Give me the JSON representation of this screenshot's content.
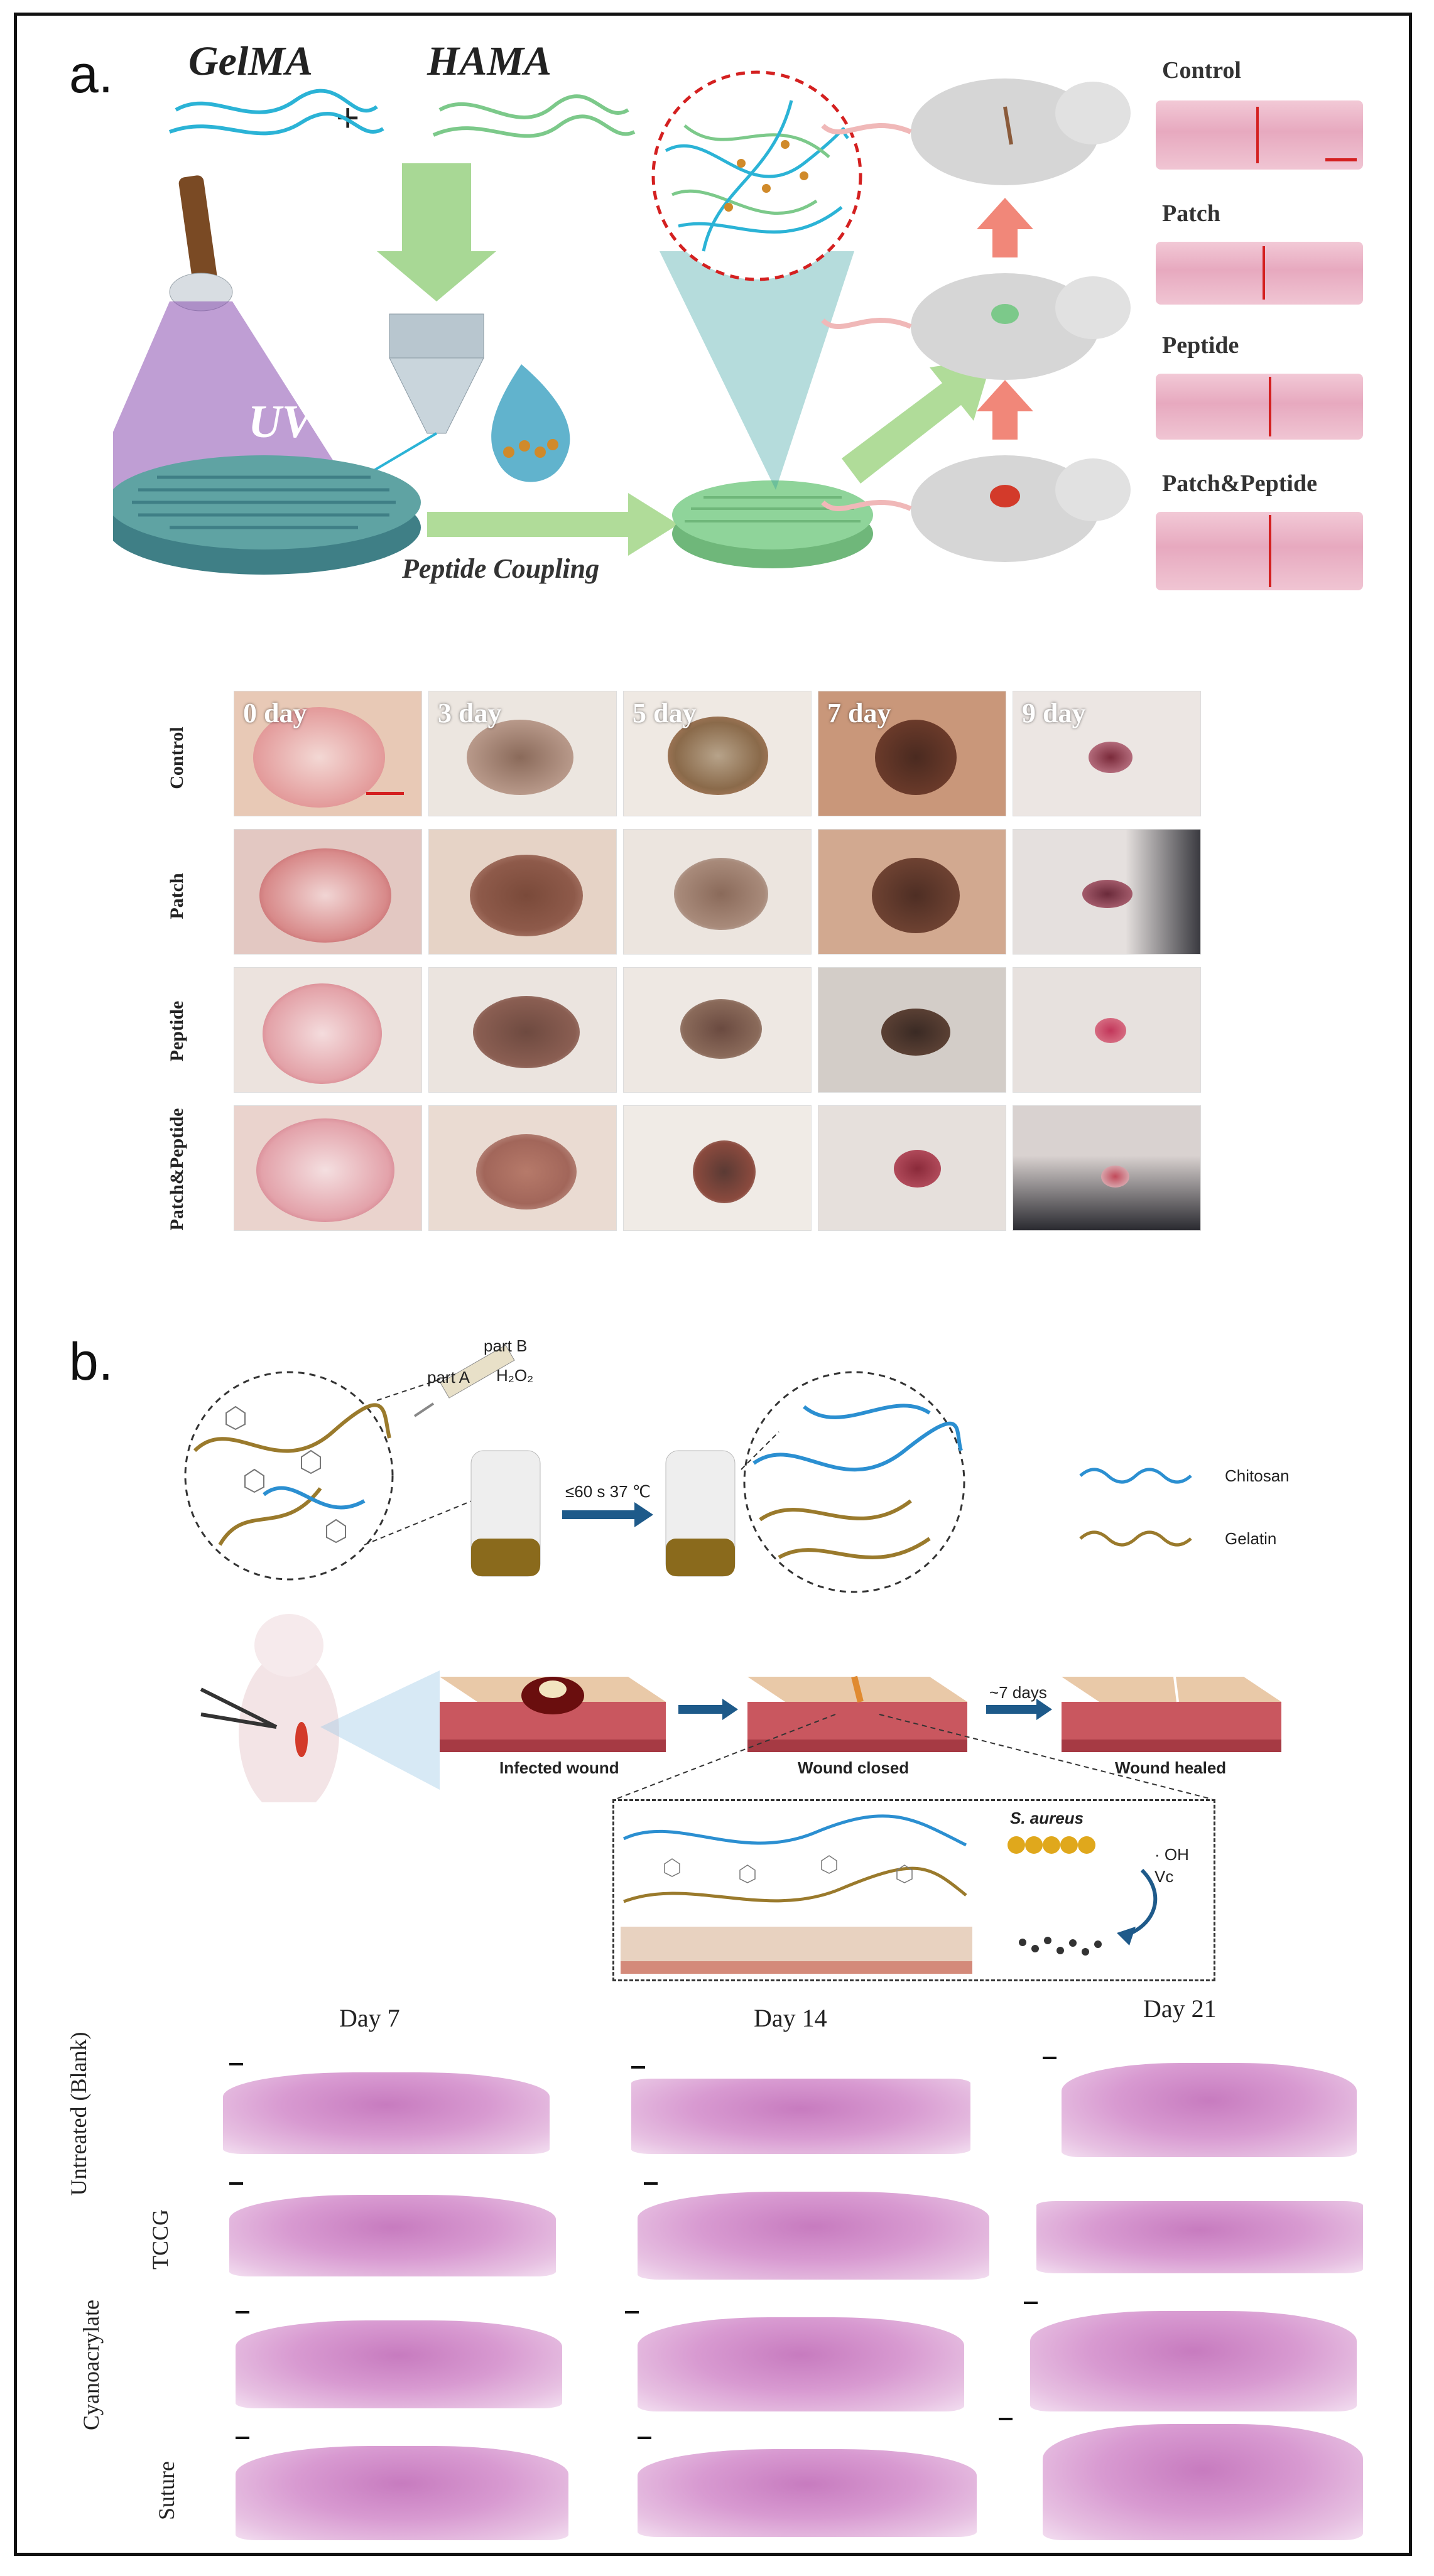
{
  "panel_a": {
    "letter": "a.",
    "materials": {
      "gelma": "GelMA",
      "plus": "+",
      "hama": "HAMA"
    },
    "uv_label": "UV",
    "coupling_label": "Peptide Coupling",
    "histology_labels": [
      "Control",
      "Patch",
      "Peptide",
      "Patch&Peptide"
    ],
    "days": [
      "0 day",
      "3 day",
      "5 day",
      "7 day",
      "9 day"
    ],
    "groups": [
      "Control",
      "Patch",
      "Peptide",
      "Patch&Peptide"
    ],
    "colors": {
      "gelma_fiber": "#2bb3d6",
      "hama_fiber": "#7cc98a",
      "scaffold": "#5fa3a3",
      "uv_glow": "#8a4fb0",
      "arrow_red": "#d42020"
    }
  },
  "panel_b": {
    "letter": "b.",
    "syringe": {
      "part_a": "part A",
      "part_b": "part B",
      "reagent": "H₂O₂"
    },
    "condition": "≤60 s 37 ℃",
    "legend": [
      {
        "name": "Chitosan",
        "color": "#2b8fd1"
      },
      {
        "name": "Gelatin",
        "color": "#9a7a2c"
      }
    ],
    "stages": [
      "Infected wound",
      "Wound closed",
      "Wound healed"
    ],
    "duration": "~7 days",
    "bacteria": "S. aureus",
    "radicals": {
      "oh": "· OH",
      "vc": "Vc"
    },
    "days": [
      "Day 7",
      "Day 14",
      "Day 21"
    ],
    "groups": [
      "Untreated (Blank)",
      "TCCG",
      "Cyanoacrylate",
      "Suture"
    ]
  }
}
